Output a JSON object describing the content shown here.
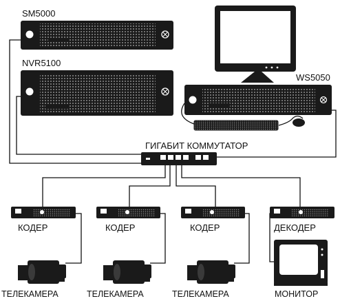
{
  "labels": {
    "sm": "SM5000",
    "nvr": "NVR5100",
    "ws": "WS5050",
    "switch": "ГИГАБИТ  КОММУТАТОР",
    "encoder": "КОДЕР",
    "decoder": "ДЕКОДЕР",
    "camera": "ТЕЛЕКАМЕРА",
    "monitor": "МОНИТОР"
  },
  "colors": {
    "line": "#111111",
    "chassis": "#1a1a1a",
    "mesh": "#777777",
    "background": "#ffffff"
  },
  "icons": {
    "server": "rack-server-icon",
    "workstation": "workstation-icon",
    "switch": "network-switch-icon",
    "codec": "codec-box-icon",
    "camera": "cctv-camera-icon",
    "monitor": "crt-monitor-icon"
  }
}
